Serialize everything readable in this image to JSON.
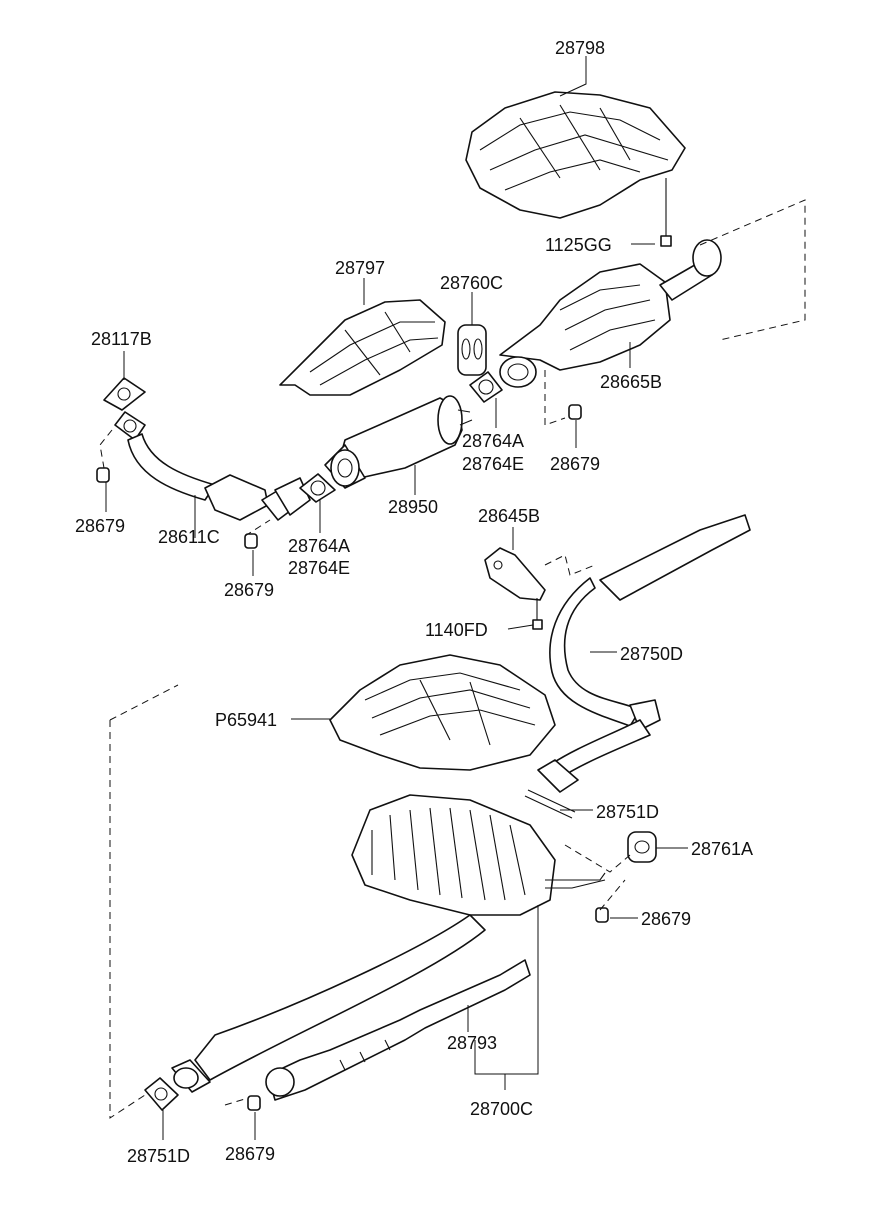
{
  "diagram": {
    "callouts": [
      {
        "id": "c1",
        "text": "28798"
      },
      {
        "id": "c2",
        "text": "1125GG"
      },
      {
        "id": "c3",
        "text": "28797"
      },
      {
        "id": "c4",
        "text": "28760C"
      },
      {
        "id": "c5",
        "text": "28117B"
      },
      {
        "id": "c6",
        "text": "28665B"
      },
      {
        "id": "c7",
        "text": "28764A"
      },
      {
        "id": "c8",
        "text": "28764E"
      },
      {
        "id": "c9",
        "text": "28679"
      },
      {
        "id": "c10",
        "text": "28679"
      },
      {
        "id": "c11",
        "text": "28950"
      },
      {
        "id": "c12",
        "text": "28611C"
      },
      {
        "id": "c13",
        "text": "28764A"
      },
      {
        "id": "c14",
        "text": "28764E"
      },
      {
        "id": "c15",
        "text": "28679"
      },
      {
        "id": "c16",
        "text": "28645B"
      },
      {
        "id": "c17",
        "text": "1140FD"
      },
      {
        "id": "c18",
        "text": "28750D"
      },
      {
        "id": "c19",
        "text": "P65941"
      },
      {
        "id": "c20",
        "text": "28751D"
      },
      {
        "id": "c21",
        "text": "28761A"
      },
      {
        "id": "c22",
        "text": "28679"
      },
      {
        "id": "c23",
        "text": "28793"
      },
      {
        "id": "c24",
        "text": "28700C"
      },
      {
        "id": "c25",
        "text": "28751D"
      },
      {
        "id": "c26",
        "text": "28679"
      }
    ]
  }
}
